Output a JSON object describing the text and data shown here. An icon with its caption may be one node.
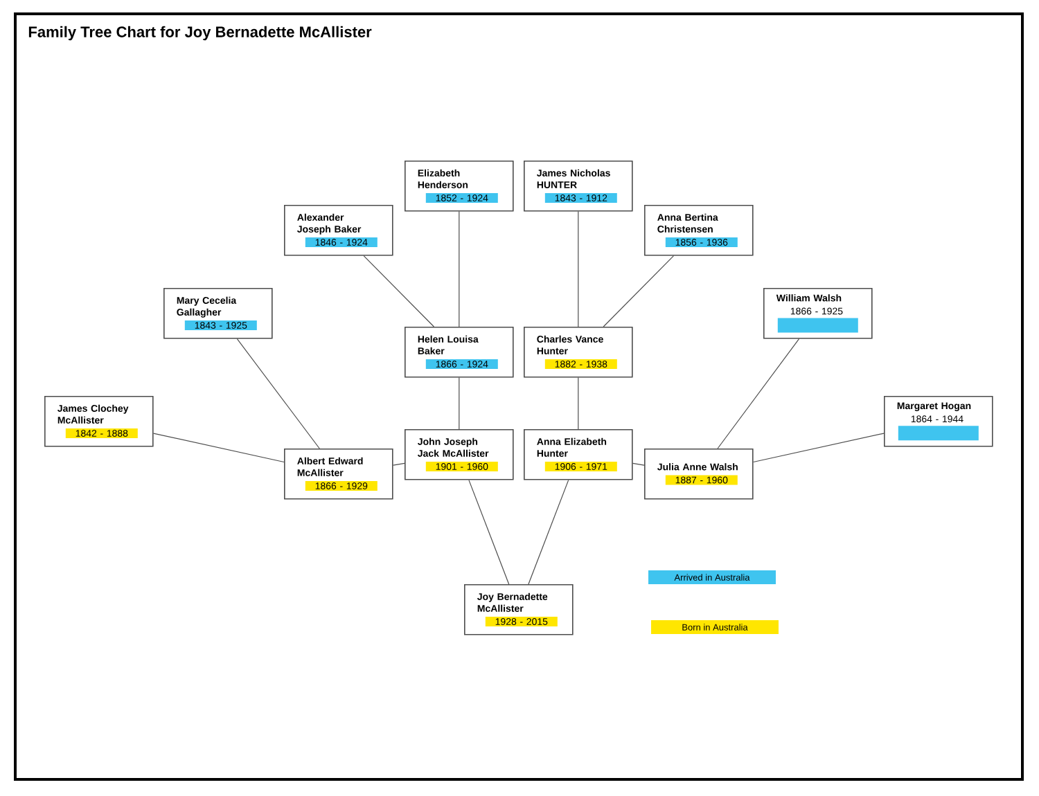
{
  "diagram": {
    "title": "Family Tree Chart for Joy Bernadette McAllister",
    "nodes": [
      {
        "text": [
          "Elizabeth Henderson",
          "1852 - 1924"
        ]
      },
      {
        "text": [
          "James Nicholas HUNTER",
          "1843 - 1912"
        ]
      },
      {
        "text": [
          "Alexander Joseph Baker",
          "1846 - 1924"
        ]
      },
      {
        "text": [
          "Anna Bertina Christensen",
          "1856 - 1936"
        ]
      },
      {
        "text": [
          "Mary Cecelia Gallagher",
          "1843 - 1925"
        ]
      },
      {
        "text": [
          "Helen Louisa Baker",
          "1866 - 1924"
        ]
      },
      {
        "text": [
          "Charles Vance Hunter",
          "1882 - 1938"
        ]
      },
      {
        "text": [
          "William Walsh",
          "1866 - 1925"
        ]
      },
      {
        "text": [
          "James Clochey McAllister",
          "1842 - 1888"
        ]
      },
      {
        "text": [
          "Margaret Hogan",
          "1864 - 1944"
        ]
      },
      {
        "text": [
          "John Joseph Jack McAllister",
          "1901 - 1960"
        ]
      },
      {
        "text": [
          "Anna Elizabeth Hunter",
          "1906 - 1971"
        ]
      },
      {
        "text": [
          "Albert Edward McAllister",
          "1866 - 1929"
        ]
      },
      {
        "text": [
          "Julia Anne Walsh",
          "1887 - 1960"
        ]
      },
      {
        "text": [
          "Joy Bernadette McAllister",
          "1928 - 2015"
        ]
      }
    ],
    "edges": [
      {
        "from": 0,
        "to": 5,
        "arrow": "none"
      },
      {
        "from": 2,
        "to": 5,
        "arrow": "none"
      },
      {
        "from": 1,
        "to": 6,
        "arrow": "none"
      },
      {
        "from": 3,
        "to": 6,
        "arrow": "none"
      },
      {
        "from": 5,
        "to": 10,
        "arrow": "none"
      },
      {
        "from": 6,
        "to": 11,
        "arrow": "none"
      },
      {
        "from": 8,
        "to": 12,
        "arrow": "none"
      },
      {
        "from": 4,
        "to": 12,
        "arrow": "none"
      },
      {
        "from": 12,
        "to": 10,
        "arrow": "none"
      },
      {
        "from": 7,
        "to": 13,
        "arrow": "none"
      },
      {
        "from": 9,
        "to": 13,
        "arrow": "none"
      },
      {
        "from": 11,
        "to": 13,
        "arrow": "none"
      },
      {
        "from": 10,
        "to": 14,
        "arrow": "none"
      },
      {
        "from": 11,
        "to": 14,
        "arrow": "none"
      }
    ],
    "legend": [
      {
        "text": "Arrived in Australia",
        "color": "#3fc4ef"
      },
      {
        "text": "Born in Australia",
        "color": "#ffe600"
      }
    ]
  }
}
